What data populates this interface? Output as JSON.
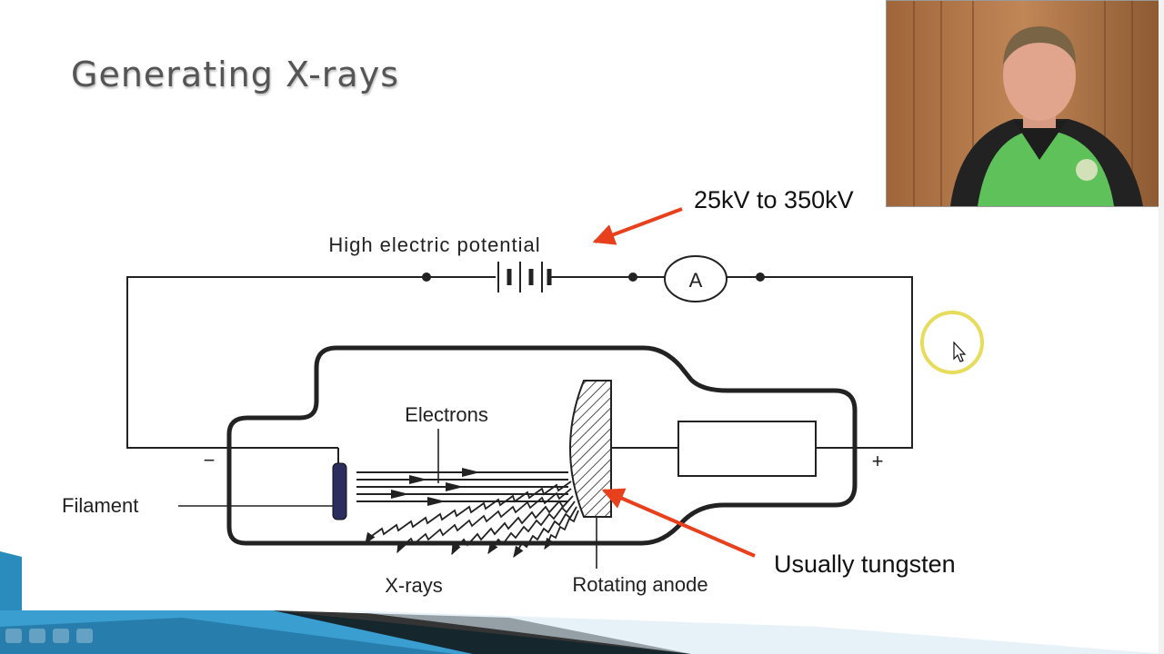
{
  "slide": {
    "title": "Generating X-rays"
  },
  "diagram": {
    "labels": {
      "high_potential": "High electric potential",
      "ammeter": "A",
      "electrons": "Electrons",
      "filament": "Filament",
      "xrays": "X-rays",
      "anode": "Rotating anode",
      "minus": "−",
      "plus": "+"
    },
    "annotations": {
      "voltage": "25kV to 350kV",
      "tungsten": "Usually tungsten"
    },
    "colors": {
      "arrow": "#e8401c",
      "line": "#222222",
      "pointer_highlight": "#e6d84a"
    }
  },
  "webcam": {
    "icon": "presenter-video"
  }
}
